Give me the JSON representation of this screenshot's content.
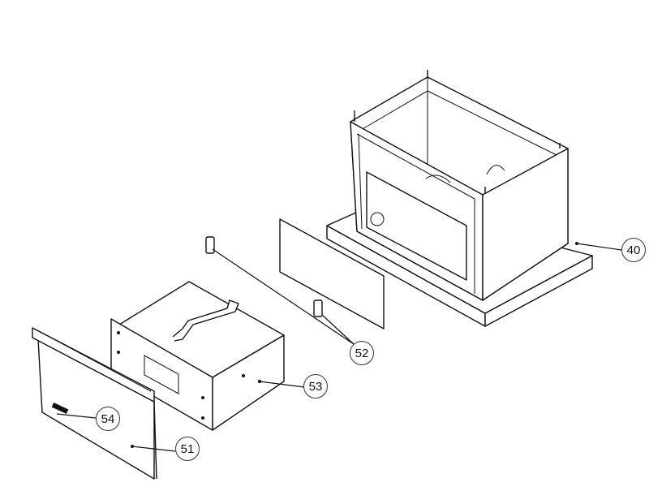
{
  "diagram": {
    "type": "exploded parts diagram",
    "callouts": [
      {
        "id": "40",
        "label": "40"
      },
      {
        "id": "52",
        "label": "52"
      },
      {
        "id": "53",
        "label": "53"
      },
      {
        "id": "54",
        "label": "54"
      },
      {
        "id": "51",
        "label": "51"
      }
    ]
  }
}
